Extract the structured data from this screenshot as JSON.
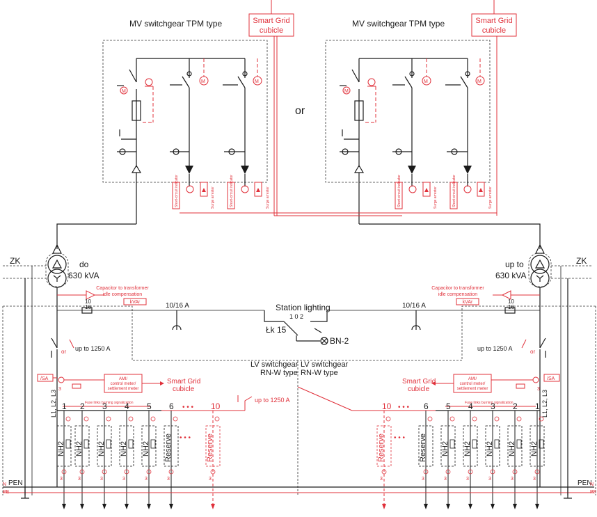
{
  "labels": {
    "mv_title_left": "MV switchgear TPM type",
    "mv_title_right": "MV switchgear TPM type",
    "smart_grid_top_l1": "Smart Grid",
    "smart_grid_top_l2": "cubicle",
    "or_center": "or",
    "zk": "ZK",
    "trafo_left_l1": "do",
    "trafo_left_l2": "630 kVA",
    "trafo_right_l1": "up to",
    "trafo_right_l2": "630 kVA",
    "cap_l1": "Capacitor to transformer",
    "cap_l2": "idle compensation",
    "kvar": "kVAr",
    "station_lighting": "Station lighting",
    "lk15": "Łk 15",
    "switch_pos": "1 0 2",
    "bn2": "BN-2",
    "fuse_1016": "10/16 A",
    "trafo_fuse_top": "10",
    "trafo_fuse_bot": "16",
    "up_to_1250": "up to 1250 A",
    "or_small": "or",
    "lv_switchgear": "LV switchgear",
    "rnw_type": "RN-W type",
    "sa": "/SA",
    "ami_l1": "AMI/",
    "ami_l2": "control meter/",
    "ami_l3": "settlement meter",
    "smart_grid_l1": "Smart Grid",
    "smart_grid_l2": "cubicle",
    "fuse_links": "Fuse links burning signalization",
    "l123": "L1, L2, L3",
    "n_label": "N",
    "pen": "PEN",
    "pe": "PE",
    "nh2": "NH2",
    "reserve": "Reserve",
    "dots": "• • •",
    "three": "3",
    "sc_indicator": "Short-circuit indicator",
    "surge": "Surge arrester"
  },
  "left_feeders": [
    "1",
    "2",
    "3",
    "4",
    "5",
    "6",
    "10"
  ],
  "right_feeders": [
    "10",
    "6",
    "5",
    "4",
    "3",
    "2",
    "1"
  ],
  "colors": {
    "black": "#1a1a1a",
    "red": "#e0303a"
  }
}
